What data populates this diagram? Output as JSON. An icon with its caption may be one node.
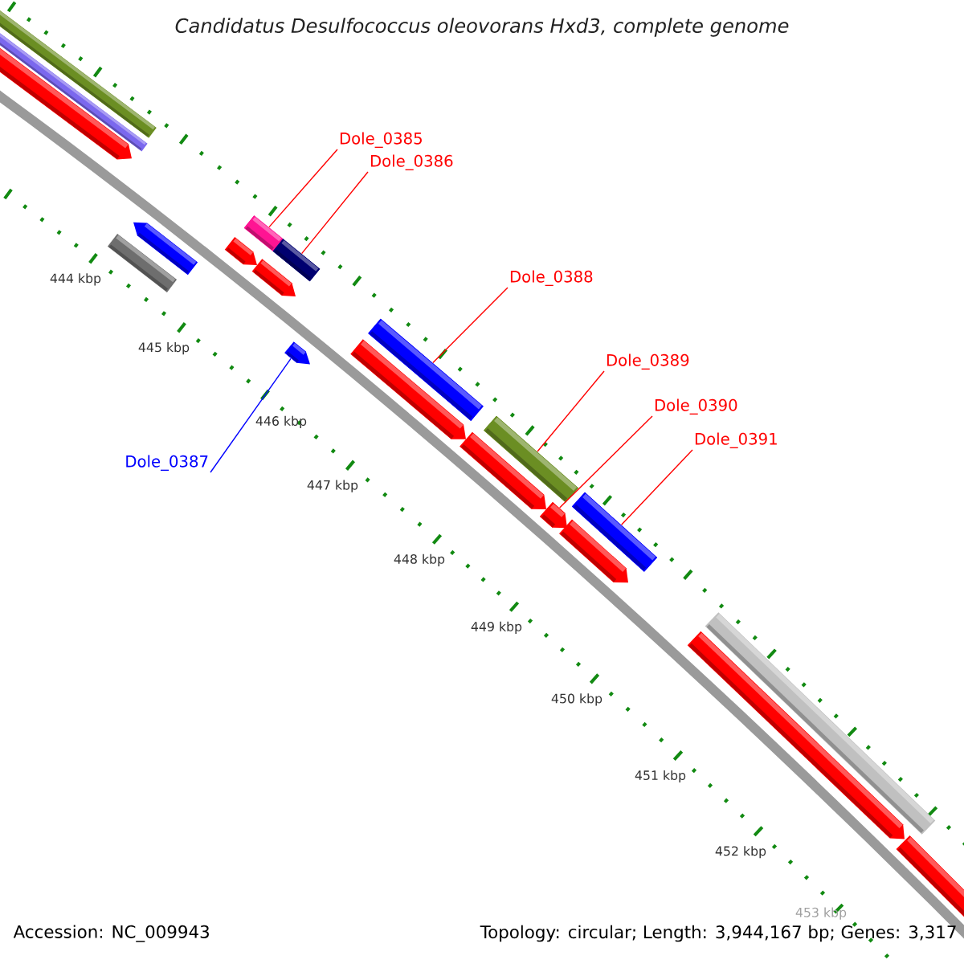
{
  "diagram": {
    "title": "Candidatus Desulfococcus oleovorans Hxd3, complete genome",
    "nodes": [
      {
        "text": [
          "Dole_0385"
        ]
      },
      {
        "text": [
          "Dole_0386"
        ]
      },
      {
        "text": [
          "Dole_0387"
        ]
      },
      {
        "text": [
          "Dole_0388"
        ]
      },
      {
        "text": [
          "Dole_0389"
        ]
      },
      {
        "text": [
          "Dole_0390"
        ]
      },
      {
        "text": [
          "Dole_0391"
        ]
      },
      {
        "text": [],
        "shape": "bar"
      },
      {
        "text": [],
        "shape": "bar"
      },
      {
        "text": [],
        "shape": "bar"
      },
      {
        "text": [],
        "shape": "bar"
      },
      {
        "text": [],
        "shape": "bar"
      },
      {
        "text": [],
        "shape": "bar"
      },
      {
        "text": [],
        "shape": "bar"
      }
    ],
    "edges": [
      {
        "from": 0,
        "to": 7,
        "arrow": "none"
      },
      {
        "from": 1,
        "to": 8,
        "arrow": "none"
      },
      {
        "from": 2,
        "to": 9,
        "arrow": "none",
        "color": "#0000ff"
      },
      {
        "from": 3,
        "to": 10,
        "arrow": "none"
      },
      {
        "from": 4,
        "to": 11,
        "arrow": "none"
      },
      {
        "from": 5,
        "to": 12,
        "arrow": "none"
      },
      {
        "from": 6,
        "to": 13,
        "arrow": "none"
      }
    ],
    "labels": [
      "444 kbp",
      "445 kbp",
      "446 kbp",
      "447 kbp",
      "448 kbp",
      "449 kbp",
      "450 kbp",
      "451 kbp",
      "452 kbp",
      "453 kbp",
      "Accession: NC_009943",
      "Topology: circular; Length: 3,944,167 bp; Genes: 3,317"
    ]
  }
}
